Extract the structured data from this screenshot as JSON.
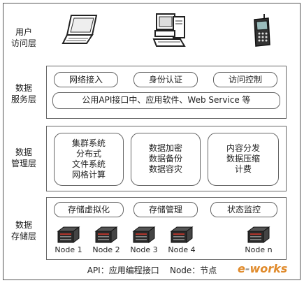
{
  "access_layer": {
    "label_line1": "用户",
    "label_line2": "访问层",
    "devices": [
      "laptop-icon",
      "desktop-computer-icon",
      "mobile-phone-icon"
    ]
  },
  "service_layer": {
    "label_line1": "数据",
    "label_line2": "服务层",
    "pills": [
      "网络接入",
      "身份认证",
      "访问控制"
    ],
    "banner": "公用API接口中、应用软件、Web Service 等"
  },
  "management_layer": {
    "label_line1": "数据",
    "label_line2": "管理层",
    "cards": [
      {
        "lines": [
          "集群系统",
          "分布式",
          "文件系统",
          "网格计算"
        ]
      },
      {
        "lines": [
          "数据加密",
          "数据备份",
          "数据容灾"
        ]
      },
      {
        "lines": [
          "内容分发",
          "数据压缩",
          "计费"
        ]
      }
    ]
  },
  "storage_layer": {
    "label_line1": "数据",
    "label_line2": "存储层",
    "pills": [
      "存储虚拟化",
      "存储管理",
      "状态监控"
    ],
    "nodes": [
      "Node 1",
      "Node 2",
      "Node 3",
      "Node 4",
      "Node n"
    ]
  },
  "caption": "API：应用编程接口    Node：节点",
  "watermark": {
    "prefix": "e",
    "sep": "-",
    "suffix": "works"
  },
  "colors": {
    "border": "#666666",
    "server_body": "#2a2a2a",
    "server_accent": "#b0352b",
    "watermark": "#e08a2a"
  }
}
